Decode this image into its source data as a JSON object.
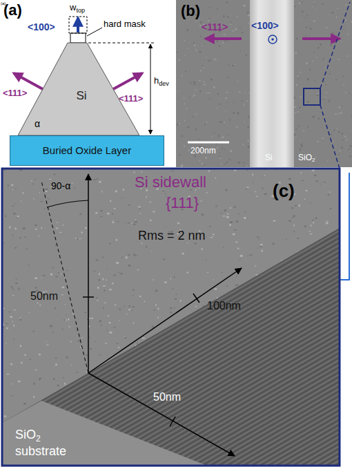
{
  "diagram": {
    "nodes": [
      {
        "text": [
          "Si"
        ]
      },
      {
        "text": [
          "Buried Oxide Layer"
        ]
      }
    ],
    "labels": [
      "(a)",
      "(a)",
      "w",
      "top",
      "<100>",
      "hard mask",
      "<111>",
      "<111>",
      "h",
      "dev",
      "α",
      "(b)",
      "<111>",
      "<100>",
      "200nm",
      "Si",
      "SiO",
      "2",
      "90-α",
      "Si sidewall",
      "{111}",
      "Rms = 2 nm",
      "50nm",
      "100nm",
      "50nm",
      "(c)",
      "SiO",
      "2",
      "substrate"
    ]
  }
}
